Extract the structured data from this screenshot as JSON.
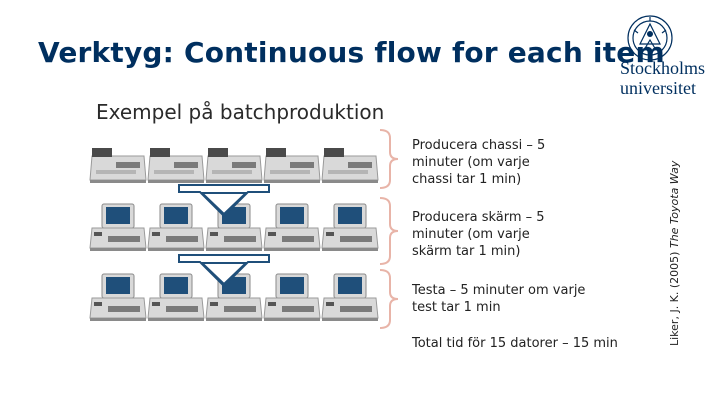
{
  "slide": {
    "title": "Verktyg: Continuous flow for each item",
    "subtitle": "Exempel på batchproduktion",
    "logo": {
      "line1": "Stockholms",
      "line2": "universitet",
      "icon": "stockholm-university-crest-icon"
    },
    "steps": [
      {
        "lines": [
          "Producera chassi – 5",
          "minuter (om varje",
          "chassi tar 1 min)"
        ]
      },
      {
        "lines": [
          "Producera skärm – 5",
          "minuter (om varje",
          "skärm tar 1 min)"
        ]
      },
      {
        "lines": [
          "Testa – 5 minuter om varje",
          "test tar 1 min"
        ]
      }
    ],
    "total": "Total tid för 15 datorer – 15 min",
    "citation": {
      "author": "Liker, J. K. (2005) ",
      "book": "The Toyota Way"
    },
    "icons": {
      "computer": "retro-computer-icon",
      "arrow": "block-arrow-down-icon",
      "brace": "right-curly-brace-icon"
    },
    "colors": {
      "title": "#002f5f",
      "computer_body": "#d9d9d9",
      "screen": "#1f4f7a",
      "brace": "#e8b4a8"
    }
  }
}
